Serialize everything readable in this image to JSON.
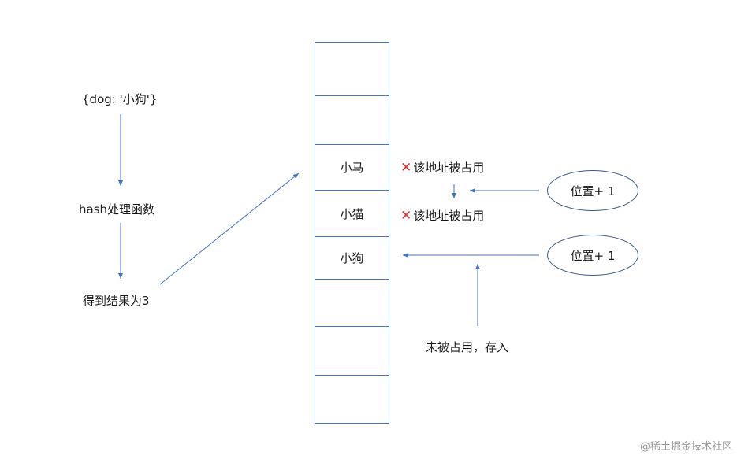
{
  "left_flow": {
    "input": "{dog: '小狗'}",
    "process": "hash处理函数",
    "result": "得到结果为3"
  },
  "table": {
    "slots": [
      "",
      "",
      "小马",
      "小猫",
      "小狗",
      "",
      "",
      ""
    ]
  },
  "notes": {
    "occupied_1": "该地址被占用",
    "occupied_2": "该地址被占用",
    "not_occupied": "未被占用，存入"
  },
  "bubbles": {
    "position_plus_1_a": "位置+ 1",
    "position_plus_1_b": "位置+ 1"
  },
  "icons": {
    "occupied_mark": "✕"
  },
  "watermark": "@稀土掘金技术社区",
  "colors": {
    "line": "#4472c4",
    "cross": "#e03030",
    "bubble_border": "#3d5a8a"
  }
}
